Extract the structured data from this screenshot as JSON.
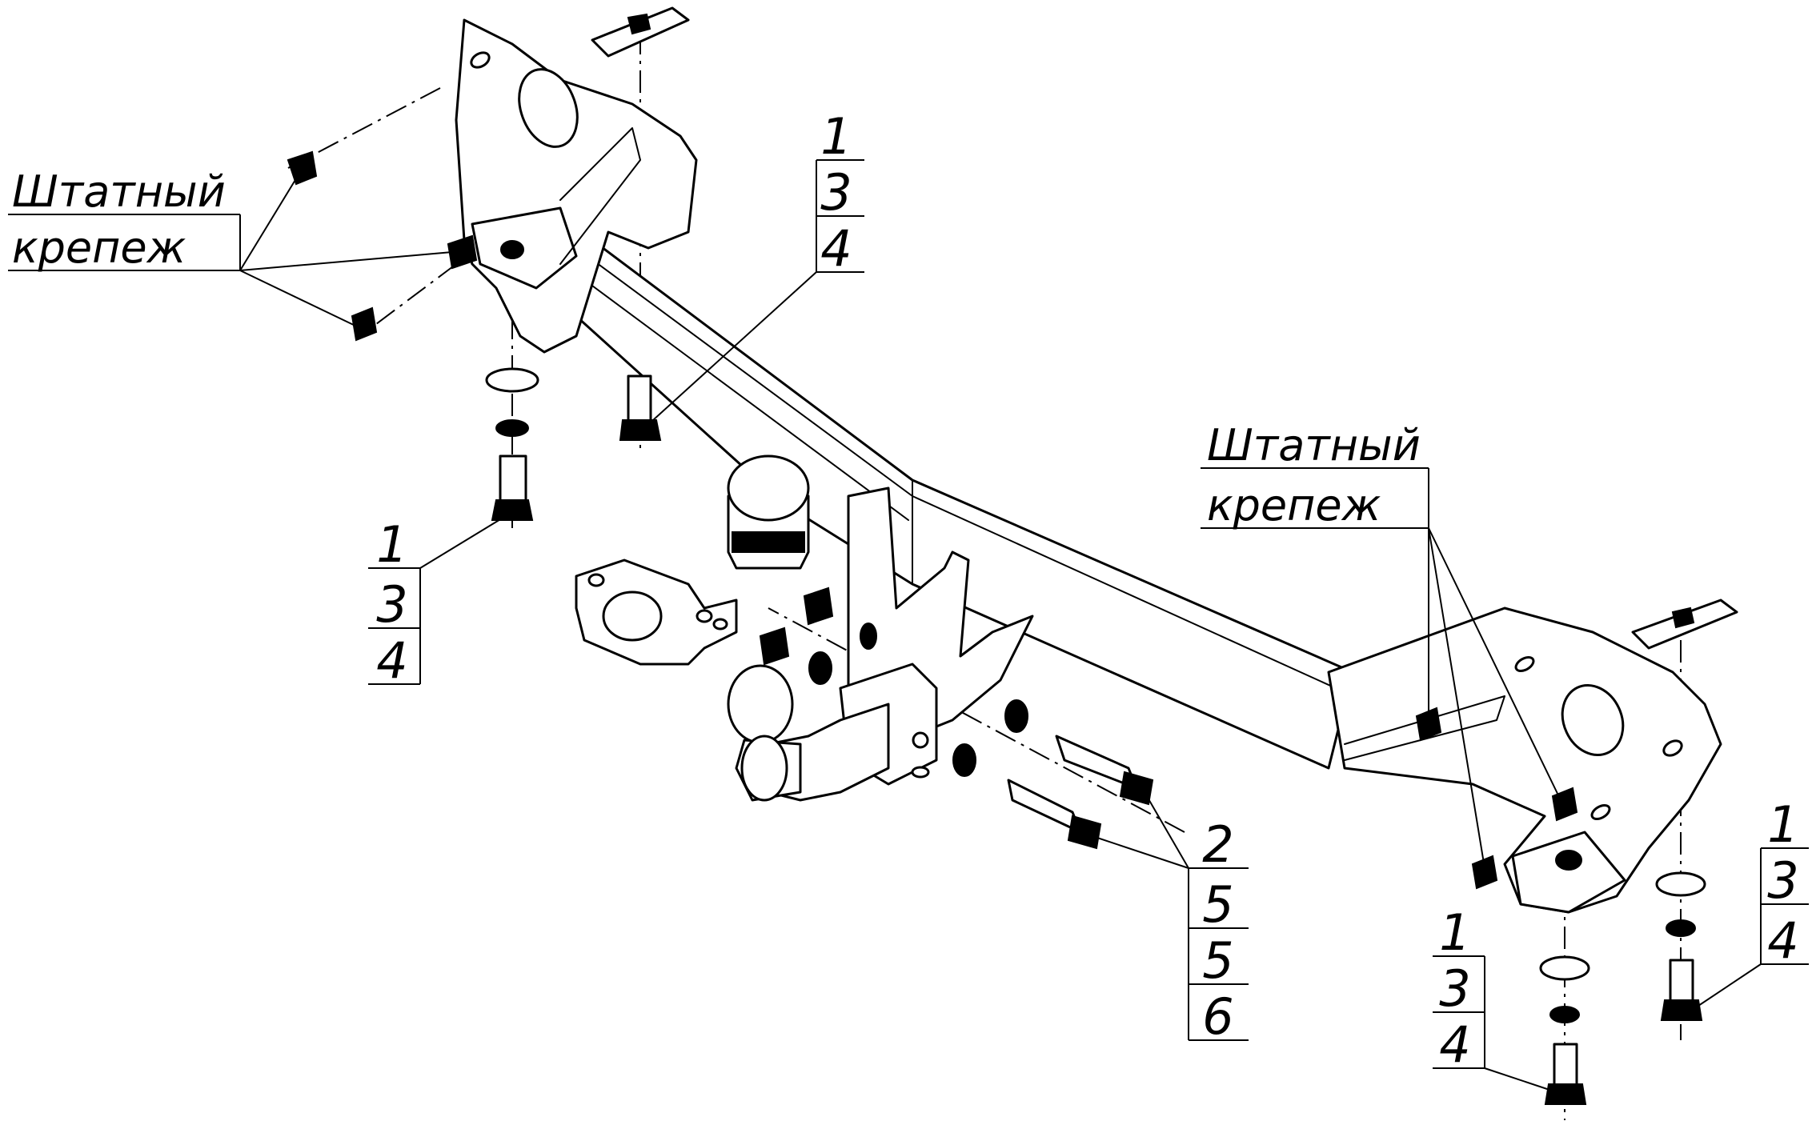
{
  "labels": {
    "standard_fastener_word1": "Штатный",
    "standard_fastener_word2": "крепеж"
  },
  "callouts": {
    "top_center": [
      "1",
      "3",
      "4"
    ],
    "left_bolt": [
      "1",
      "3",
      "4"
    ],
    "ball_bolts": [
      "2",
      "5",
      "5",
      "6"
    ],
    "right_bottom_center": [
      "1",
      "3",
      "4"
    ],
    "right_bottom_right": [
      "1",
      "3",
      "4"
    ]
  }
}
